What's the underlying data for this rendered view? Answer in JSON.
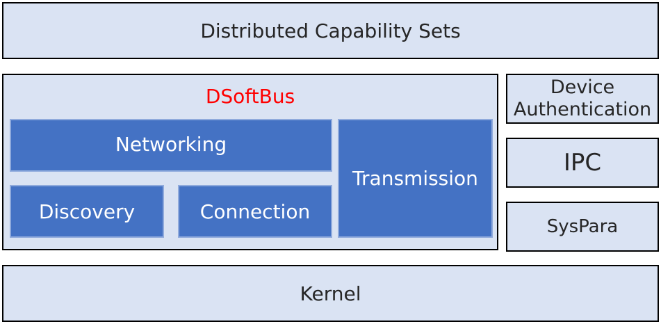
{
  "layers": {
    "top": "Distributed Capability Sets",
    "dsoftbus": {
      "title": "DSoftBus",
      "networking": "Networking",
      "discovery": "Discovery",
      "connection": "Connection",
      "transmission": "Transmission"
    },
    "side": {
      "device_authentication_line1": "Device",
      "device_authentication_line2": "Authentication",
      "ipc": "IPC",
      "syspara": "SysPara"
    },
    "bottom": "Kernel"
  },
  "colors": {
    "layer_fill": "#dae3f3",
    "module_fill": "#4472c4",
    "title_accent": "#ff0000"
  }
}
